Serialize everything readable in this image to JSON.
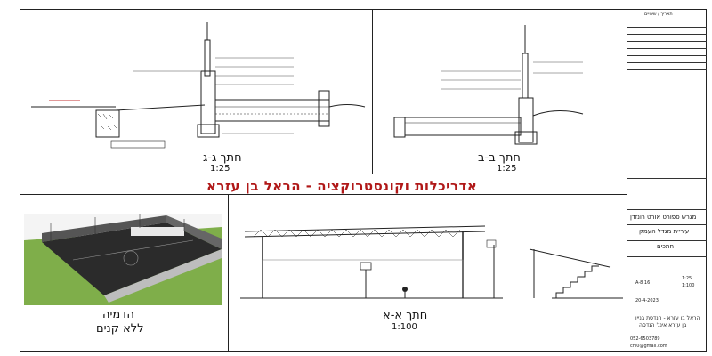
{
  "sections": {
    "gimel": {
      "title": "חתך ג-ג",
      "scale": "1:25"
    },
    "bet": {
      "title": "חתך ב-ב",
      "scale": "1:25"
    },
    "alef": {
      "title": "חתך א-א",
      "scale": "1:100"
    }
  },
  "banner": "אדריכלות וקונסטרוקציה - הראל בן עזרא",
  "rendering": {
    "title": "הדמיה",
    "subtitle": "ללא קנים"
  },
  "title_block": {
    "header": "תאריך / שינויים",
    "project_name": "מגרש ספורט אורט רונזדן",
    "client": "עיריית מגדל העמק",
    "sheet_title": "חתכים",
    "sheet_number": "16 A-8",
    "scale_a": "1:25",
    "scale_b": "1:100",
    "date": "20-4-2023",
    "architect": "הראל בן עזרא - הנדסת בניין",
    "architect_sub": "בן עזרא אינג' הנדסה",
    "phone": "052-6503789",
    "email": "chl0@gmail.com"
  },
  "colors": {
    "banner": "#b01818",
    "line": "#222222",
    "rendering_grass": "#7fae4a",
    "court": "#2b2b2b"
  }
}
